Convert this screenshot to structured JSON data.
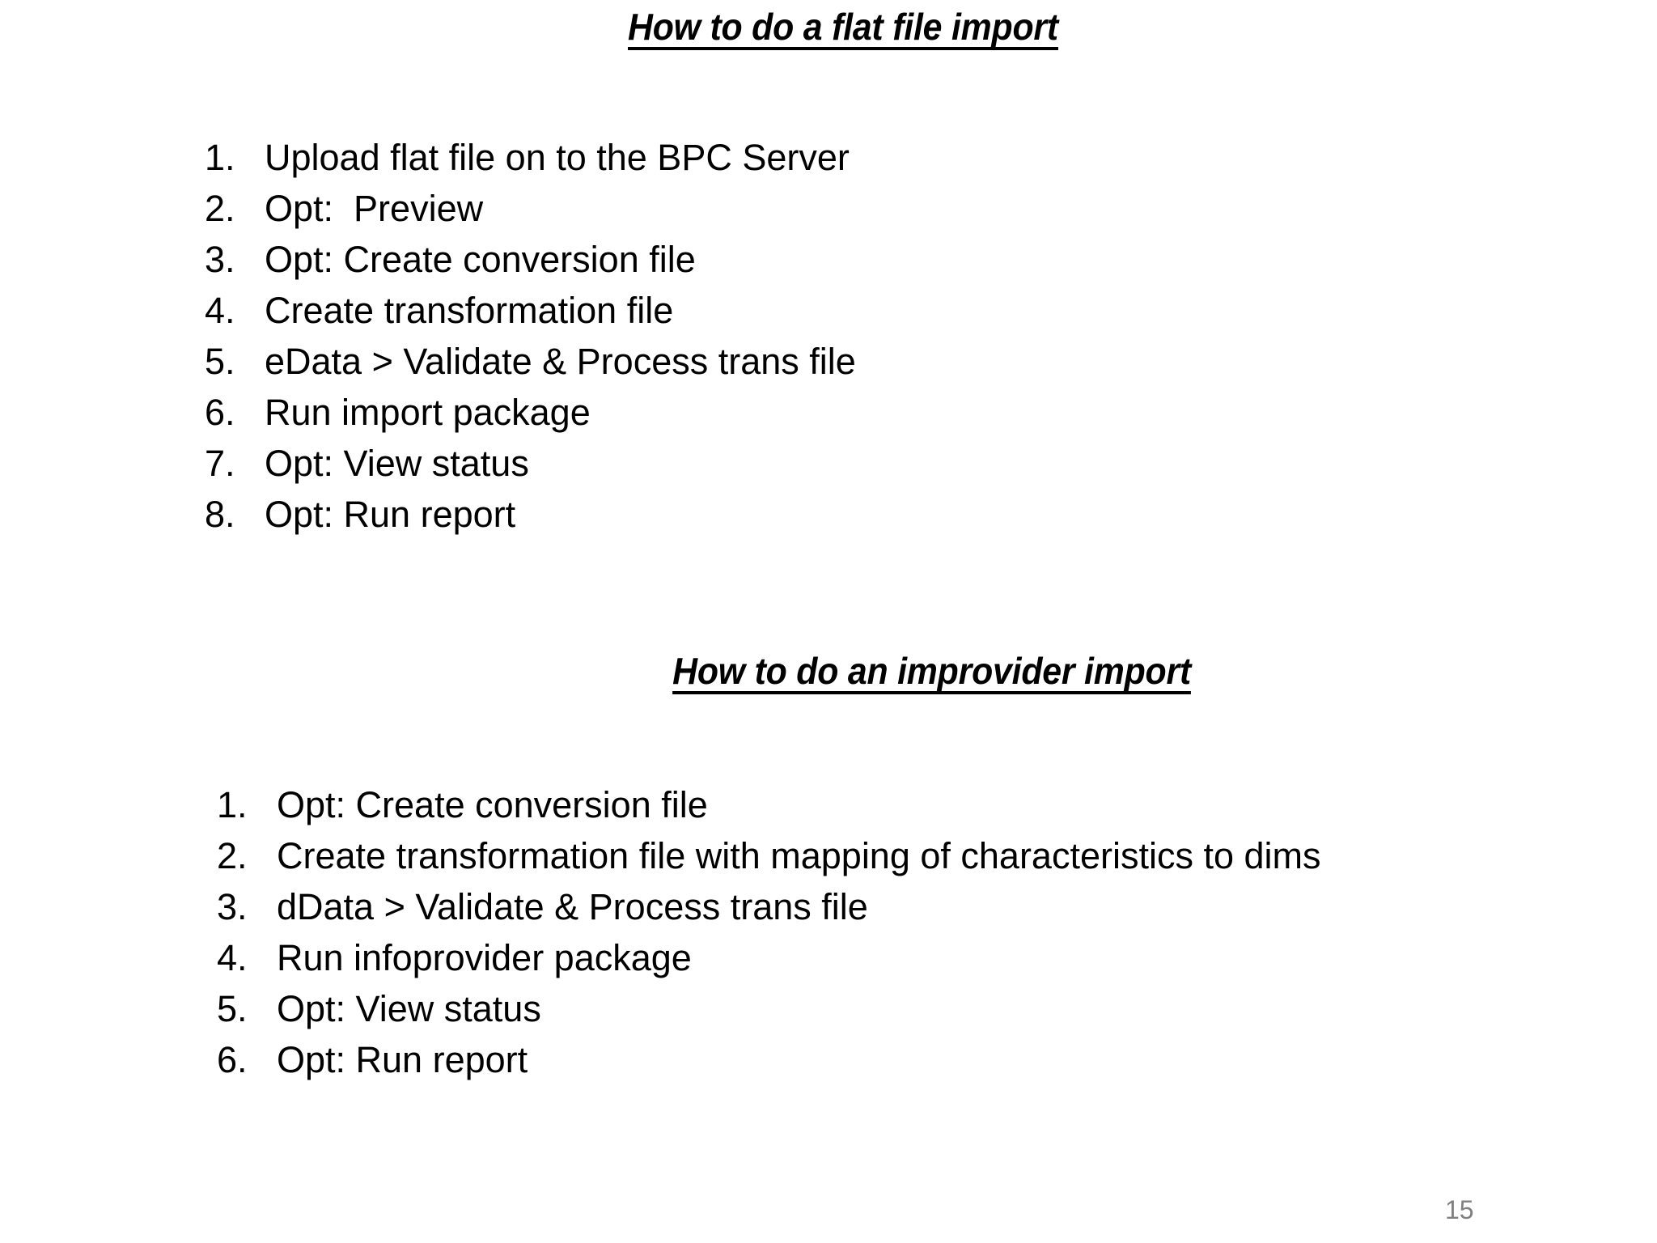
{
  "page": {
    "background_color": "#ffffff",
    "text_color": "#000000",
    "page_number": "15",
    "page_number_color": "#808080"
  },
  "sections": [
    {
      "heading": "How to do a flat file import",
      "steps": [
        {
          "number": "1.",
          "text": "Upload flat file on to the BPC Server"
        },
        {
          "number": "2.",
          "text": "Opt:  Preview"
        },
        {
          "number": "3.",
          "text": "Opt: Create conversion file"
        },
        {
          "number": "4.",
          "text": "Create transformation file"
        },
        {
          "number": "5.",
          "text": "eData > Validate & Process trans file"
        },
        {
          "number": "6.",
          "text": "Run import package"
        },
        {
          "number": "7.",
          "text": "Opt: View status"
        },
        {
          "number": "8.",
          "text": "Opt: Run report"
        }
      ]
    },
    {
      "heading": "How to do an improvider import",
      "steps": [
        {
          "number": "1.",
          "text": "Opt: Create conversion file"
        },
        {
          "number": "2.",
          "text": "Create transformation file with mapping of characteristics to dims"
        },
        {
          "number": "3.",
          "text": "dData > Validate & Process trans file"
        },
        {
          "number": "4.",
          "text": "Run infoprovider package"
        },
        {
          "number": "5.",
          "text": "Opt: View status"
        },
        {
          "number": "6.",
          "text": "Opt: Run report"
        }
      ]
    }
  ]
}
